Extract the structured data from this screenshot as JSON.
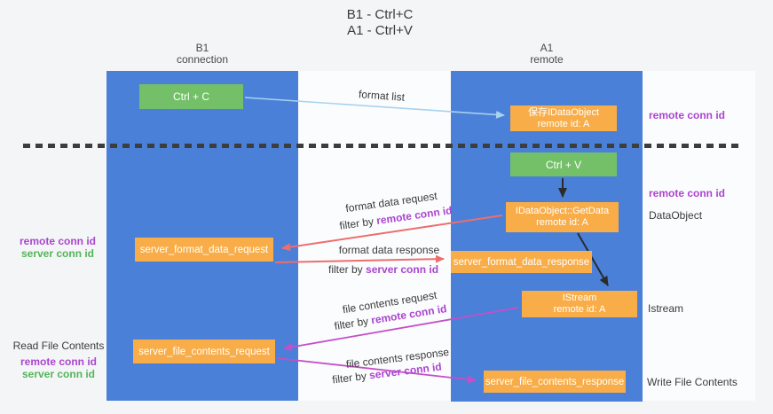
{
  "title": {
    "line1": "B1 - Ctrl+C",
    "line2": "A1 - Ctrl+V"
  },
  "columns": {
    "left": {
      "name": "B1",
      "role": "connection"
    },
    "right": {
      "name": "A1",
      "role": "remote"
    }
  },
  "boxes": {
    "ctrl_c": {
      "label": "Ctrl + C"
    },
    "ctrl_v": {
      "label": "Ctrl + V"
    },
    "save_dataobject": {
      "line1": "保存IDataObject",
      "line2": "remote id: A"
    },
    "getdata": {
      "line1": "IDataObject::GetData",
      "line2": "remote id: A"
    },
    "istream": {
      "line1": "IStream",
      "line2": "remote id: A"
    },
    "server_format_data_request": {
      "label": "server_format_data_request"
    },
    "server_format_data_response": {
      "label": "server_format_data_response"
    },
    "server_file_contents_request": {
      "label": "server_file_contents_request"
    },
    "server_file_contents_response": {
      "label": "server_file_contents_response"
    }
  },
  "arrow_labels": {
    "format_list": "format list",
    "format_data_request": "format data request",
    "format_data_response": "format data response",
    "file_contents_request": "file contents request",
    "file_contents_response": "file contents response",
    "filter_by": "filter by ",
    "remote_conn_id": "remote conn id",
    "server_conn_id": "server conn id"
  },
  "side_labels": {
    "left_top": {
      "remote": "remote conn id",
      "server": "server conn id"
    },
    "left_bottom": {
      "title": "Read File Contents",
      "remote": "remote conn id",
      "server": "server conn id"
    },
    "right": {
      "r1": "remote conn id",
      "r2": "remote conn id",
      "dataobject": "DataObject",
      "istream": "Istream",
      "write": "Write File Contents"
    }
  },
  "colors": {
    "column_blue": "#4a80d8",
    "box_green": "#74c069",
    "box_orange": "#f9ad49",
    "arrow_red": "#ee6e6e",
    "arrow_magenta": "#c44fc8",
    "arrow_light_blue": "#a8d2ee",
    "arrow_black": "#2b2b2b",
    "text_purple": "#ab45cf",
    "text_green": "#53b559",
    "text_dark": "#3b3b3b"
  }
}
